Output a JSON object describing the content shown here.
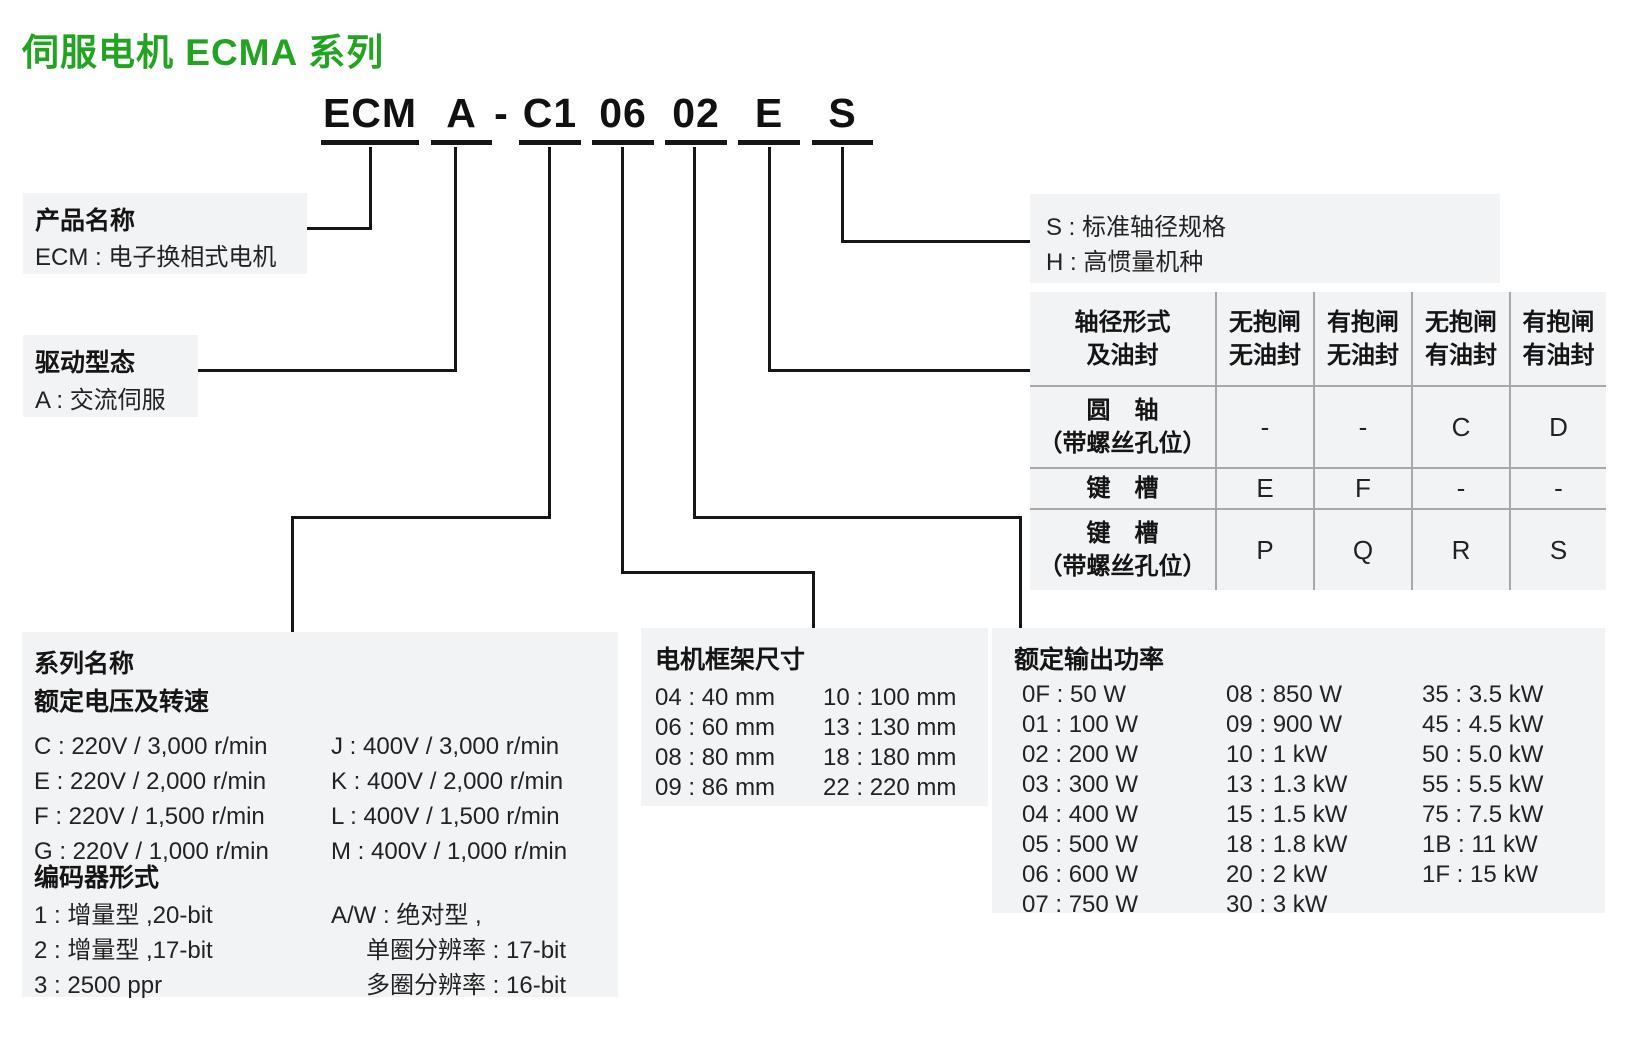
{
  "title": "伺服电机 ECMA 系列",
  "model_code": {
    "segments": [
      "ECM",
      "A",
      "C1",
      "06",
      "02",
      "E",
      "S"
    ],
    "separator": "-"
  },
  "product": {
    "heading": "产品名称",
    "desc": "ECM : 电子换相式电机"
  },
  "drive": {
    "heading": "驱动型态",
    "desc": "A : 交流伺服"
  },
  "shaft_spec": {
    "lines": [
      "S : 标准轴径规格",
      "H : 高惯量机种"
    ]
  },
  "shaft_table": {
    "corner": [
      "轴径形式",
      "及油封"
    ],
    "columns": [
      [
        "无抱闸",
        "无油封"
      ],
      [
        "有抱闸",
        "无油封"
      ],
      [
        "无抱闸",
        "有油封"
      ],
      [
        "有抱闸",
        "有油封"
      ]
    ],
    "rows": [
      {
        "label": [
          "圆　轴",
          "（带螺丝孔位）"
        ],
        "values": [
          "-",
          "-",
          "C",
          "D"
        ]
      },
      {
        "label": [
          "键　槽",
          ""
        ],
        "values": [
          "E",
          "F",
          "-",
          "-"
        ]
      },
      {
        "label": [
          "键　槽",
          "（带螺丝孔位）"
        ],
        "values": [
          "P",
          "Q",
          "R",
          "S"
        ]
      }
    ]
  },
  "series": {
    "heading": "系列名称",
    "subheading": "额定电压及转速",
    "voltage_left": [
      "C : 220V / 3,000 r/min",
      "E : 220V / 2,000 r/min",
      "F : 220V / 1,500 r/min",
      "G : 220V / 1,000 r/min"
    ],
    "voltage_right": [
      "J : 400V / 3,000 r/min",
      "K : 400V / 2,000 r/min",
      "L : 400V / 1,500 r/min",
      "M : 400V / 1,000 r/min"
    ],
    "encoder_heading": "编码器形式",
    "encoder_left": [
      "1 : 增量型 ,20-bit",
      "2 : 增量型 ,17-bit",
      "3 : 2500 ppr"
    ],
    "encoder_right": [
      "A/W : 绝对型 ,",
      "单圈分辨率 : 17-bit",
      "多圈分辨率 : 16-bit"
    ]
  },
  "frame": {
    "heading": "电机框架尺寸",
    "left": [
      "04 : 40 mm",
      "06 : 60 mm",
      "08 : 80 mm",
      "09 : 86 mm"
    ],
    "right": [
      "10 : 100 mm",
      "13 : 130 mm",
      "18 : 180 mm",
      "22 : 220 mm"
    ]
  },
  "power": {
    "heading": "额定输出功率",
    "col1": [
      "0F : 50 W",
      "01 : 100 W",
      "02 : 200 W",
      "03 : 300 W",
      "04 : 400 W",
      "05 : 500 W",
      "06 : 600 W",
      "07 : 750 W"
    ],
    "col2": [
      "08 : 850 W",
      "09 : 900 W",
      "10 : 1 kW",
      "13 : 1.3 kW",
      "15 : 1.5 kW",
      "18 : 1.8 kW",
      "20 : 2 kW",
      "30 : 3 kW"
    ],
    "col3": [
      "35 : 3.5 kW",
      "45 : 4.5 kW",
      "50 : 5.0 kW",
      "55 : 5.5 kW",
      "75 : 7.5 kW",
      "1B : 11 kW",
      "1F : 15 kW"
    ]
  },
  "colors": {
    "accent_green": "#22a322",
    "box_bg": "#f2f3f5",
    "line": "#161616",
    "table_border": "#a8a8a8"
  }
}
